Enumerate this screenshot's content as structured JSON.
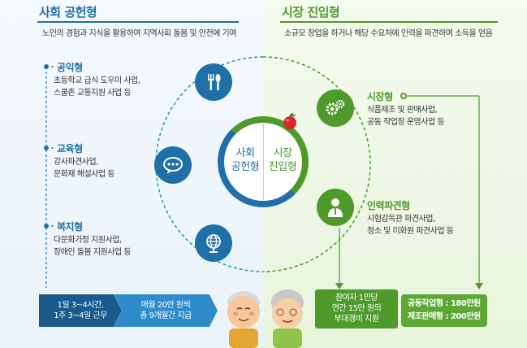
{
  "left": {
    "title": "사회 공헌형",
    "subtitle": "노인의 경험과 지식을 활용하여 지역사회 돌봄 및 안전에 기여",
    "items": [
      {
        "label": "공익형",
        "desc1": "초등학교 급식 도우미 사업,",
        "desc2": "스쿨존 교통지원 사업 등"
      },
      {
        "label": "교육형",
        "desc1": "강사파견사업,",
        "desc2": "문화재 해설사업 등"
      },
      {
        "label": "복지형",
        "desc1": "다문화가정 지원사업,",
        "desc2": "장애인 돌봄 지원사업 등"
      }
    ],
    "bar_dark1": "1일 3~4시간,",
    "bar_dark2": "1주 3~4일 근무",
    "bar_light1": "매월 20만 원씩",
    "bar_light2": "총 9개월간 지급"
  },
  "right": {
    "title": "시장 진입형",
    "subtitle": "소규모 창업을 하거나 해당 수요처에 인력을 파견하여 소득을 얻음",
    "items": [
      {
        "label": "시장형",
        "desc1": "식품제조 및 판매사업,",
        "desc2": "공동 작업장 운영사업 등"
      },
      {
        "label": "인력파견형",
        "desc1": "시험감독관 파견사업,",
        "desc2": "청소 및 미화원 파견사업 등"
      }
    ],
    "support1": "참여자 1인당",
    "support2": "연간 15만 원의",
    "support3": "부대경비 지원",
    "income1": "공동작업형 : 180만원",
    "income2": "제조판매형 : 200만원"
  },
  "center": {
    "left1": "사회",
    "left2": "공헌형",
    "right1": "시장",
    "right2": "진입형"
  },
  "colors": {
    "blue": "#1f6fa8",
    "dark_blue": "#1a5a8c",
    "green": "#4e9a2a",
    "teal": "#2a9d8f"
  },
  "icons": [
    "fork-knife-icon",
    "speech-bubble-icon",
    "globe-icon",
    "gear-icon",
    "worker-icon",
    "apple-icon"
  ]
}
